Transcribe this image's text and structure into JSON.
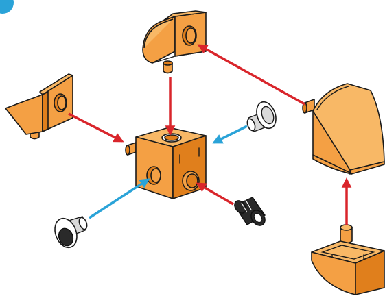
{
  "diagram": {
    "description_none": "",
    "colors": {
      "part_orange": "#f4a044",
      "part_orange_dark": "#e07f1c",
      "outline": "#1a1a1a",
      "arrow_red": "#d9252b",
      "arrow_blue": "#2aa3d8",
      "corner_mark": "#2aa3d8"
    },
    "parts": [
      {
        "id": "cube-block",
        "kind": "connector-cube"
      },
      {
        "id": "top-quarter-round-block",
        "kind": "rounded-bracket"
      },
      {
        "id": "left-wedge-plate",
        "kind": "bracket-plate"
      },
      {
        "id": "right-curved-slope",
        "kind": "curved-slope"
      },
      {
        "id": "bottom-right-inverted-slope",
        "kind": "inverted-curved-slope"
      },
      {
        "id": "white-bushing-upper",
        "kind": "bushing"
      },
      {
        "id": "white-bushing-lower",
        "kind": "bushing"
      },
      {
        "id": "black-pin-connector",
        "kind": "pin-connector"
      }
    ],
    "arrows": [
      {
        "from": "top-quarter-round-block",
        "to": "cube-block",
        "color": "red"
      },
      {
        "from": "left-wedge-plate",
        "to": "cube-block",
        "color": "red"
      },
      {
        "from": "right-curved-slope",
        "to": "top-quarter-round-block",
        "color": "red"
      },
      {
        "from": "bottom-right-inverted-slope",
        "to": "right-curved-slope",
        "color": "red"
      },
      {
        "from": "black-pin-connector",
        "to": "cube-block",
        "color": "red"
      },
      {
        "from": "white-bushing-upper",
        "to": "cube-block",
        "color": "blue"
      },
      {
        "from": "white-bushing-lower",
        "to": "cube-block",
        "color": "blue"
      }
    ]
  }
}
